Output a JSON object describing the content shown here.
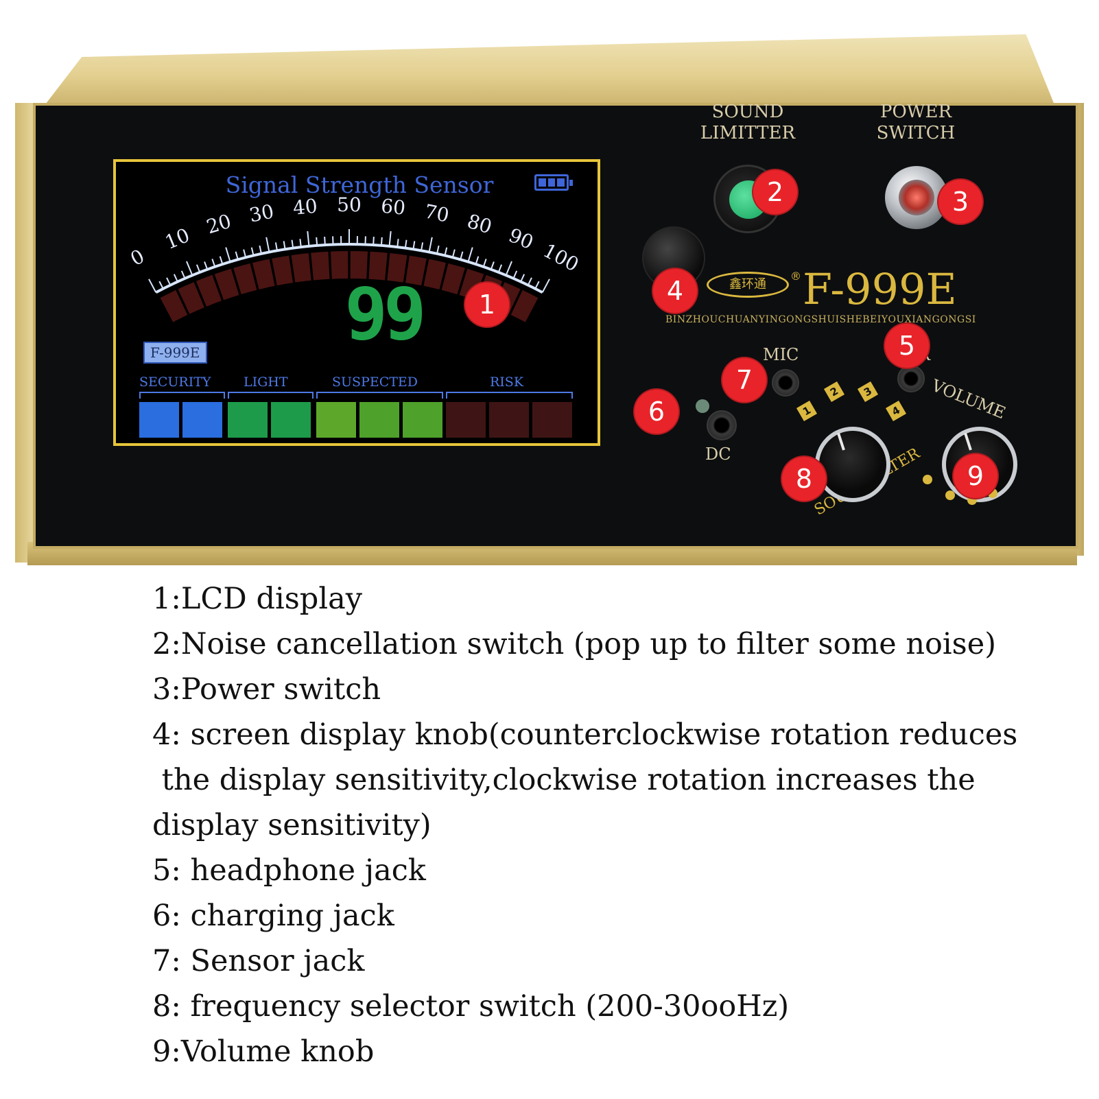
{
  "lcd": {
    "title": "Signal Strength Sensor",
    "scale_ticks": [
      "0",
      "10",
      "20",
      "30",
      "40",
      "50",
      "60",
      "70",
      "80",
      "90",
      "100"
    ],
    "reading": "99",
    "model_badge": "F-999E",
    "zones": [
      "SECURITY",
      "LIGHT",
      "SUSPECTED",
      "RISK"
    ],
    "segment_colors": [
      "#2a6ee0",
      "#2a6ee0",
      "#1d9b4a",
      "#1d9b4a",
      "#5da82a",
      "#4ea12a",
      "#4ea12a",
      "#3e1514",
      "#3e1514",
      "#3e1514"
    ],
    "battery_icon": "battery-full-icon"
  },
  "panel": {
    "sound_limiter_label": "SOUND\nLIMITTER",
    "power_switch_label": "POWER\nSWITCH",
    "brand_logo": "鑫环通",
    "brand_reg": "®",
    "model": "F-999E",
    "company": "BINZHOUCHUANYINGONGSHUISHEBEIYOUXIANGONGSI",
    "mic_label": "MIC",
    "ear_label": "R",
    "dc_label": "DC",
    "volume_label": "VOLUME",
    "sound_label": "SOUNDFILTER",
    "freq_positions": [
      "1",
      "2",
      "3",
      "4"
    ]
  },
  "callouts": [
    "1",
    "2",
    "3",
    "4",
    "5",
    "6",
    "7",
    "8",
    "9"
  ],
  "legend": [
    "1:LCD display",
    "2:Noise cancellation switch (pop up to filter some noise)",
    "3:Power switch",
    "4: screen display knob(counterclockwise rotation reduces",
    " the display sensitivity,clockwise rotation increases the",
    "display sensitivity)",
    "5: headphone jack",
    "6: charging jack",
    "7: Sensor jack",
    "8: frequency selector switch (200-30ooHz)",
    "9:Volume knob"
  ]
}
